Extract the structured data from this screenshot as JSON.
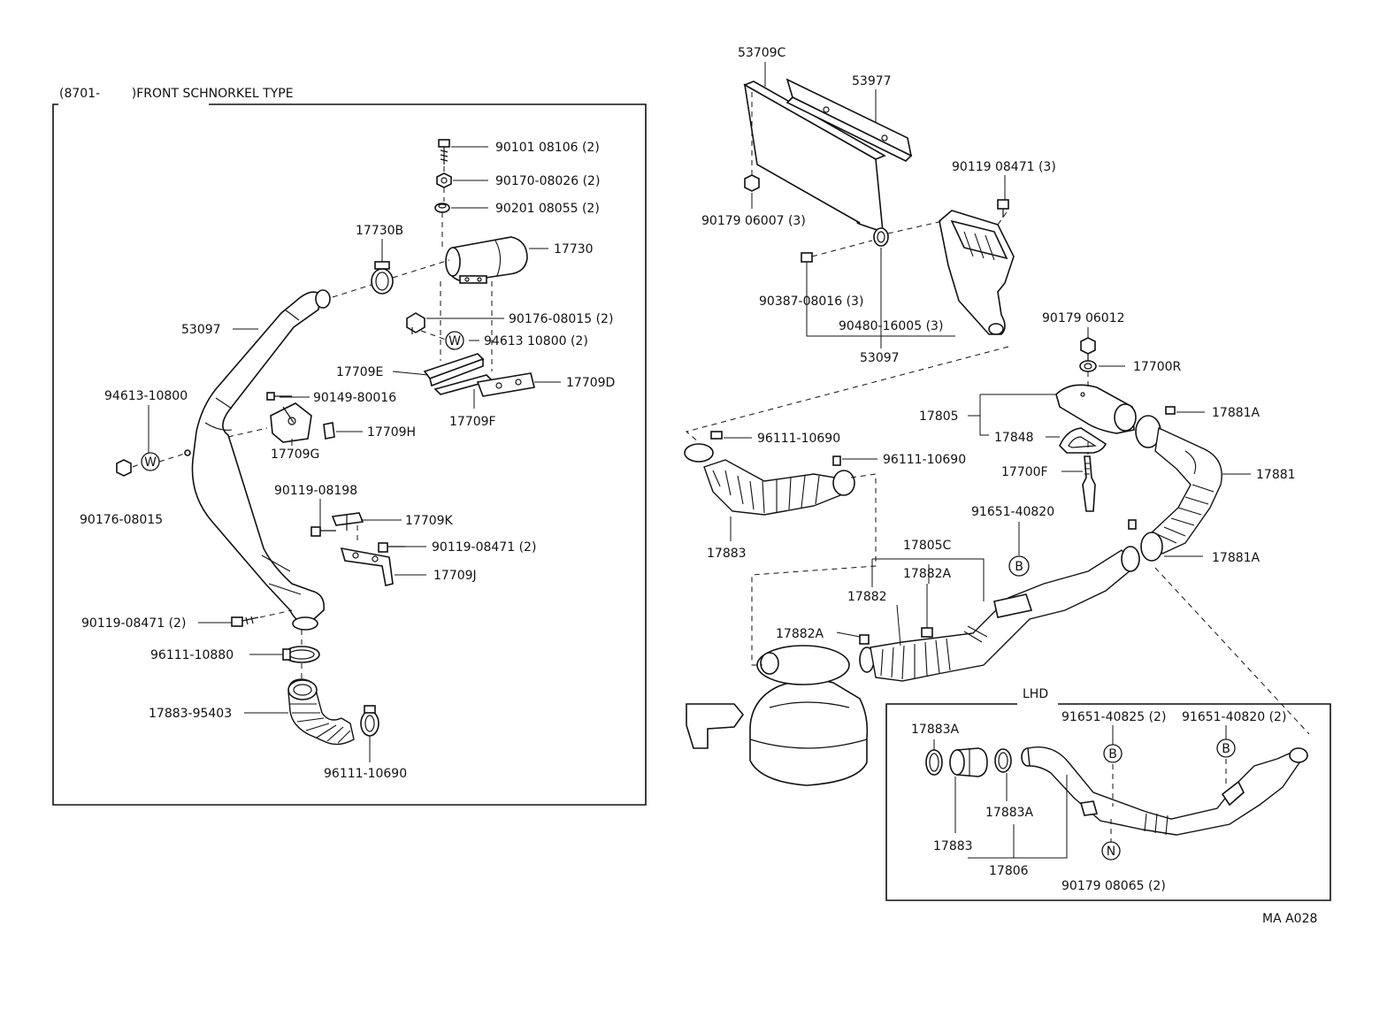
{
  "header": "(8701-        )FRONT SCHNORKEL TYPE",
  "figure_code": "MA A028",
  "lhd_label": "LHD",
  "markers": {
    "W": "W",
    "B": "B",
    "N": "N"
  },
  "callouts": {
    "c_90101": "90101 08106 (2)",
    "c_90170": "90170-08026 (2)",
    "c_90201": "90201 08055 (2)",
    "c_17730B": "17730B",
    "c_17730": "17730",
    "c_53097_left": "53097",
    "c_90176_a": "90176-08015 (2)",
    "c_94613_a": "94613 10800 (2)",
    "c_17709E": "17709E",
    "c_17709D": "17709D",
    "c_17709F": "17709F",
    "c_94613_b": "94613-10800",
    "c_90149": "90149-80016",
    "c_17709H": "17709H",
    "c_17709G": "17709G",
    "c_90176_b": "90176-08015",
    "c_90119_08198": "90119-08198",
    "c_17709K": "17709K",
    "c_90119_08471_a": "90119-08471 (2)",
    "c_17709J": "17709J",
    "c_90119_08471_b": "90119-08471 (2)",
    "c_96111_10880": "96111-10880",
    "c_17883_95403": "17883-95403",
    "c_96111_10690_a": "96111-10690",
    "c_53709C": "53709C",
    "c_53977": "53977",
    "c_90119_08471_c": "90119 08471 (3)",
    "c_90179_06007": "90179 06007 (3)",
    "c_90387": "90387-08016 (3)",
    "c_90480": "90480-16005 (3)",
    "c_53097_right": "53097",
    "c_90179_06012": "90179 06012",
    "c_17700R": "17700R",
    "c_17805": "17805",
    "c_17881A_top": "17881A",
    "c_17848": "17848",
    "c_96111_10690_b": "96111-10690",
    "c_96111_10690_c": "96111-10690",
    "c_17700F": "17700F",
    "c_17881": "17881",
    "c_91651_40820": "91651-40820",
    "c_17883": "17883",
    "c_17805C": "17805C",
    "c_17881A_bottom": "17881A",
    "c_17882A_top": "17882A",
    "c_17882": "17882",
    "c_17882A_left": "17882A",
    "c_91651_40825": "91651-40825 (2)",
    "c_91651_40820_2": "91651-40820 (2)",
    "c_17883A_left": "17883A",
    "c_17883A_mid": "17883A",
    "c_17883_lhd": "17883",
    "c_17806": "17806",
    "c_90179_08065": "90179 08065 (2)"
  }
}
